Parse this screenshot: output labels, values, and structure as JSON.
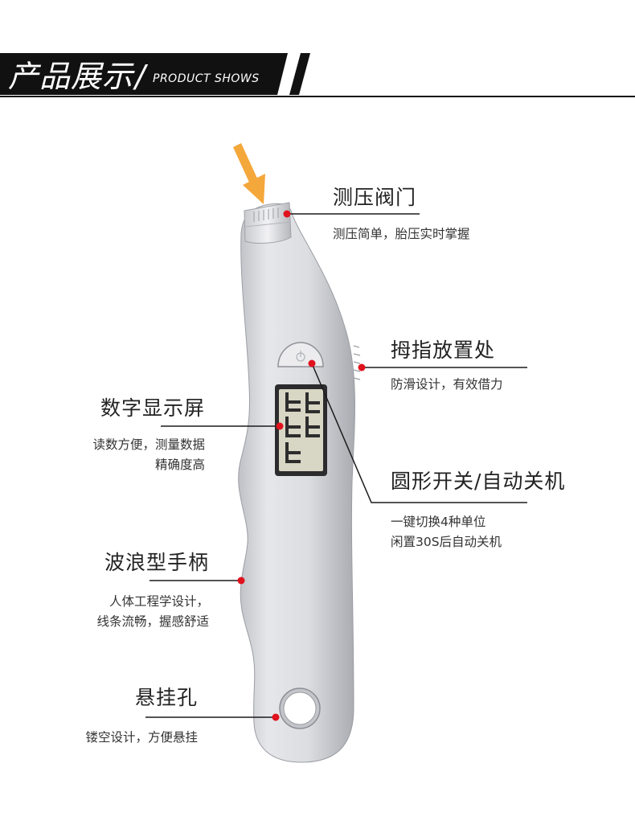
{
  "header": {
    "title_cn": "产品展示",
    "slash": "/",
    "title_en": "PRODUCT SHOWS"
  },
  "colors": {
    "banner": "#111111",
    "arrow": "#f4a73a",
    "dot": "#e0121d",
    "body": "#d9dade",
    "lcd": "#d8d6c4"
  },
  "callouts": {
    "valve": {
      "title": "测压阀门",
      "desc": [
        "测压简单，胎压实时掌握"
      ]
    },
    "thumb": {
      "title": "拇指放置处",
      "desc": [
        "防滑设计，有效借力"
      ]
    },
    "display": {
      "title": "数字显示屏",
      "desc": [
        "读数方便，测量数据",
        "精确度高"
      ]
    },
    "switch": {
      "title": "圆形开关/自动关机",
      "desc": [
        "一键切换4种单位",
        "闲置30S后自动关机"
      ]
    },
    "handle": {
      "title": "波浪型手柄",
      "desc": [
        "人体工程学设计，",
        "线条流畅，握感舒适"
      ]
    },
    "hole": {
      "title": "悬挂孔",
      "desc": [
        "镂空设计，方便悬挂"
      ]
    }
  },
  "icons": {
    "arrow": "orange-arrow-icon",
    "power": "power-button-icon"
  }
}
